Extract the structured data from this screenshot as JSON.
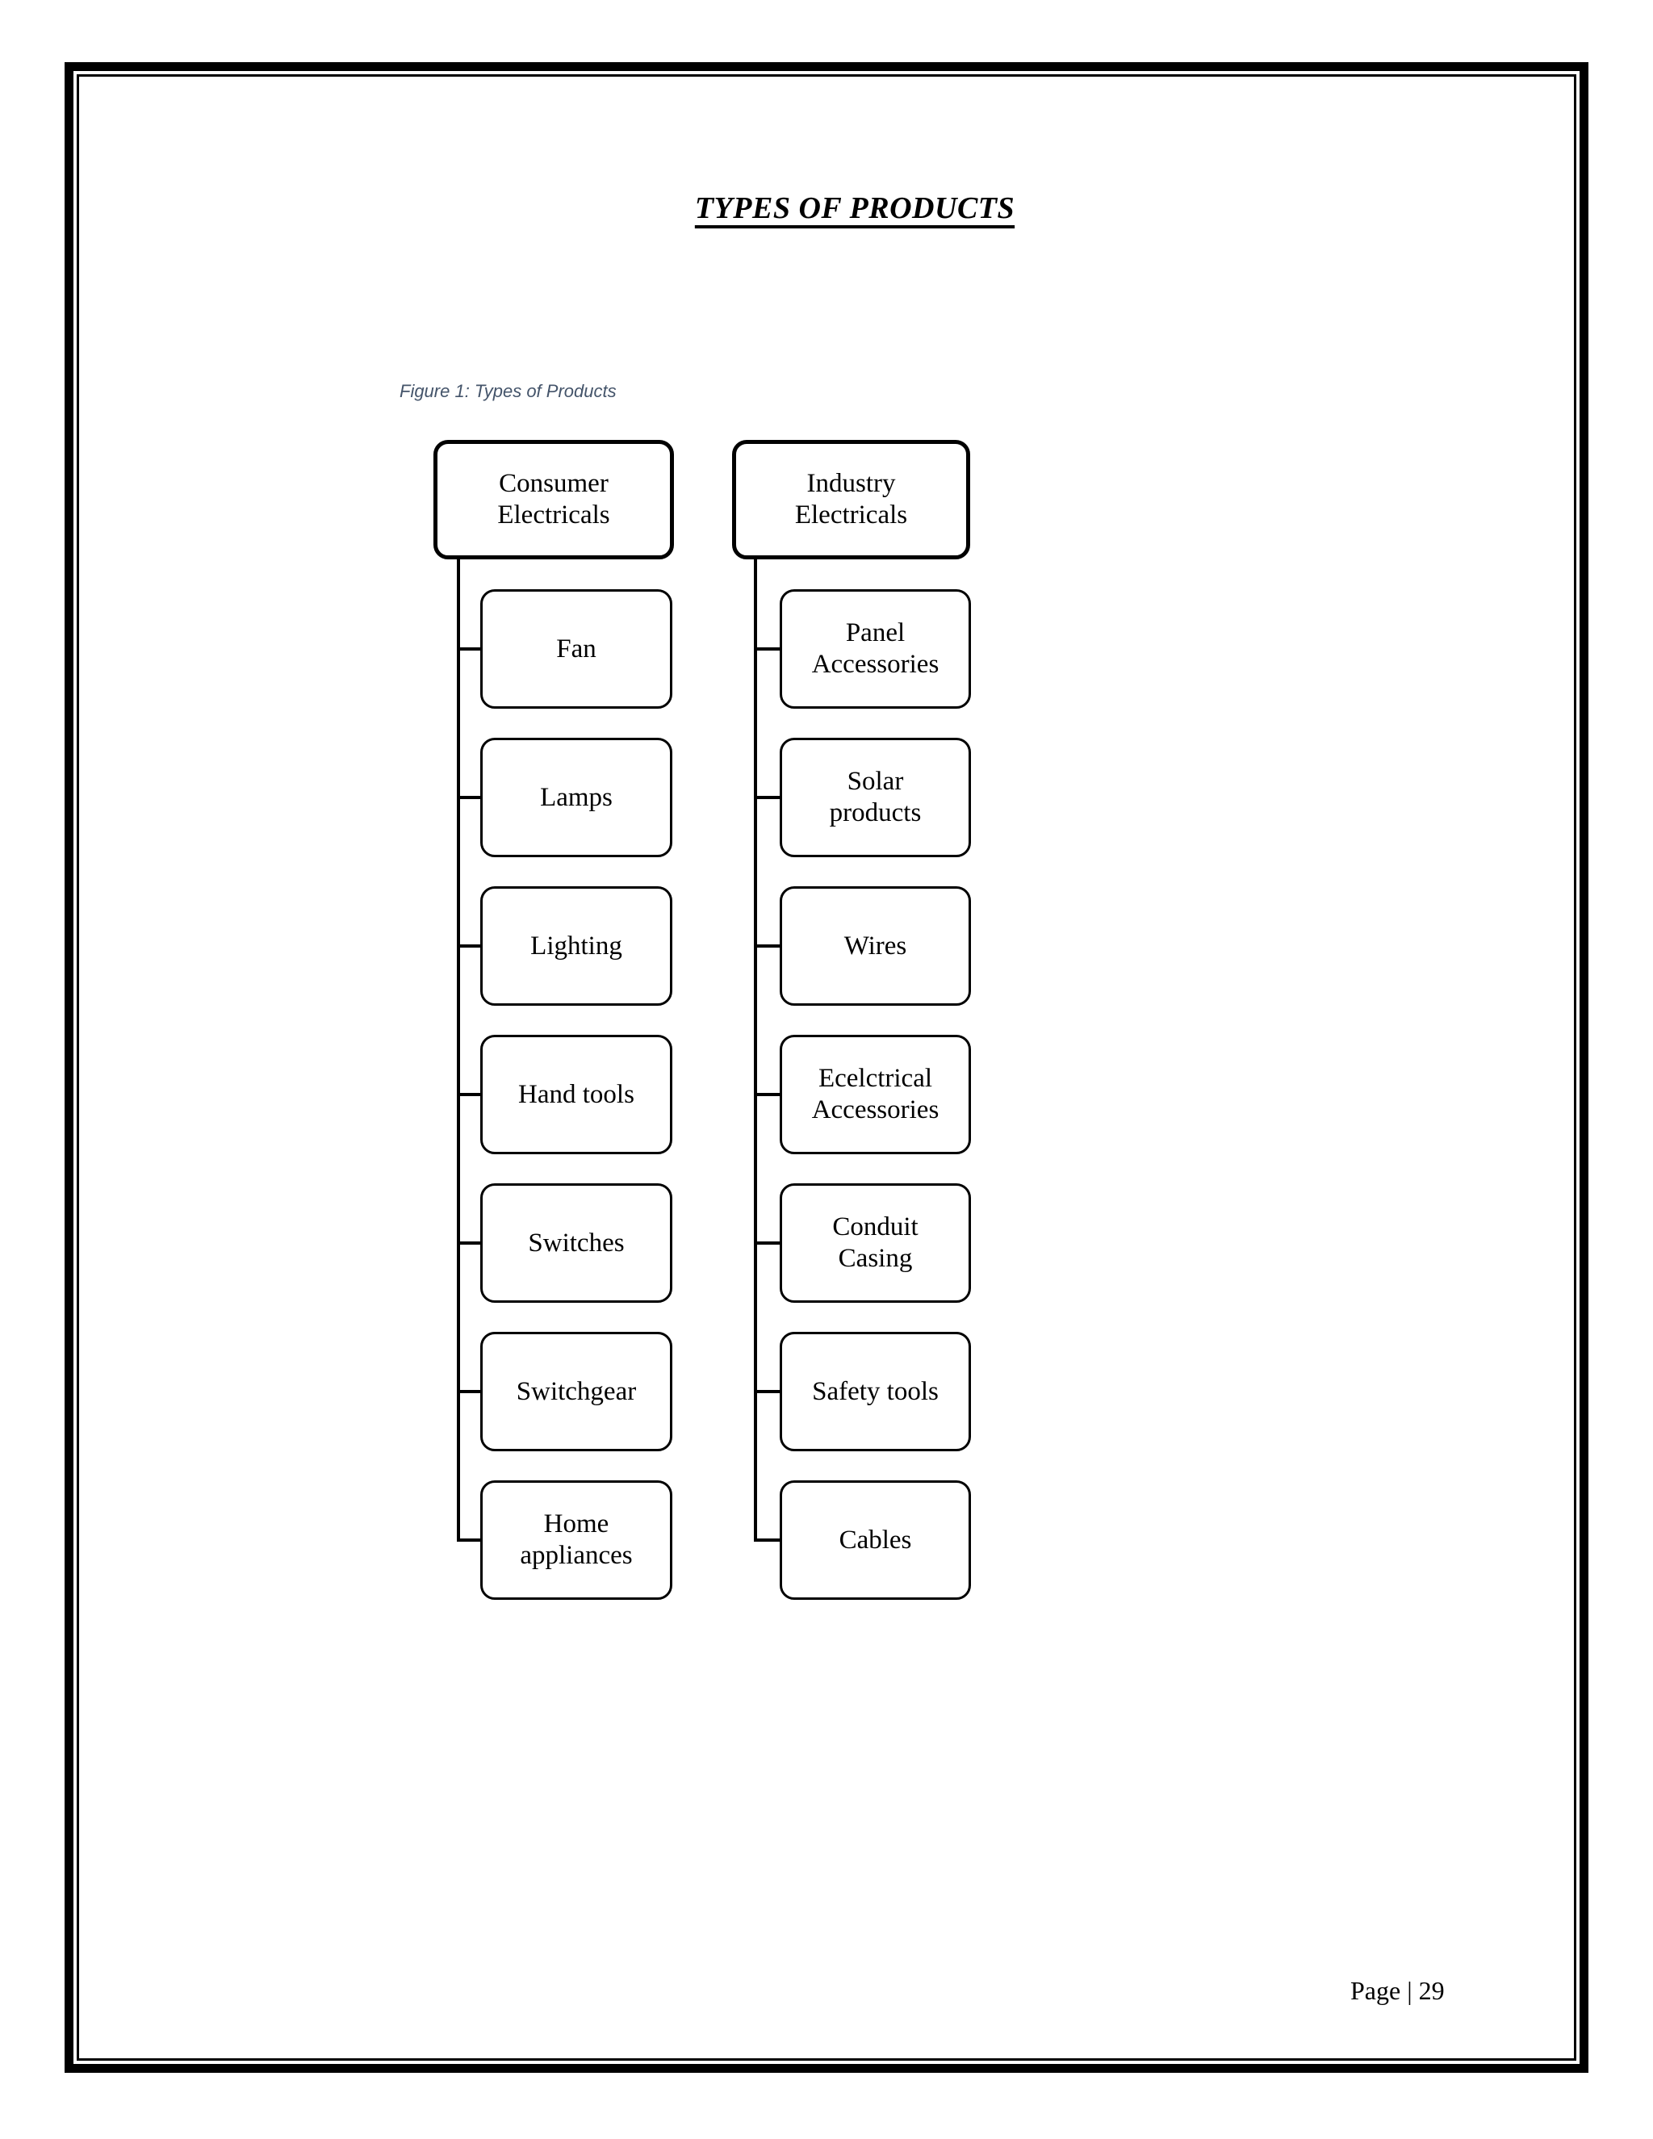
{
  "document": {
    "title": "TYPES OF PRODUCTS",
    "figure_caption": "Figure 1: Types of Products",
    "page_number": "Page | 29"
  },
  "diagram": {
    "type": "hierarchy-tree",
    "colors": {
      "node_border": "#000000",
      "node_fill": "#ffffff",
      "text": "#000000",
      "caption_text": "#44546A"
    },
    "columns": [
      {
        "root": "Consumer\nElectricals",
        "children": [
          "Fan",
          "Lamps",
          "Lighting",
          "Hand tools",
          "Switches",
          "Switchgear",
          "Home\nappliances"
        ]
      },
      {
        "root": "Industry\nElectricals",
        "children": [
          "Panel\nAccessories",
          "Solar\nproducts",
          "Wires",
          "Ecelctrical\nAccessories",
          "Conduit\nCasing",
          "Safety tools",
          "Cables"
        ]
      }
    ]
  }
}
